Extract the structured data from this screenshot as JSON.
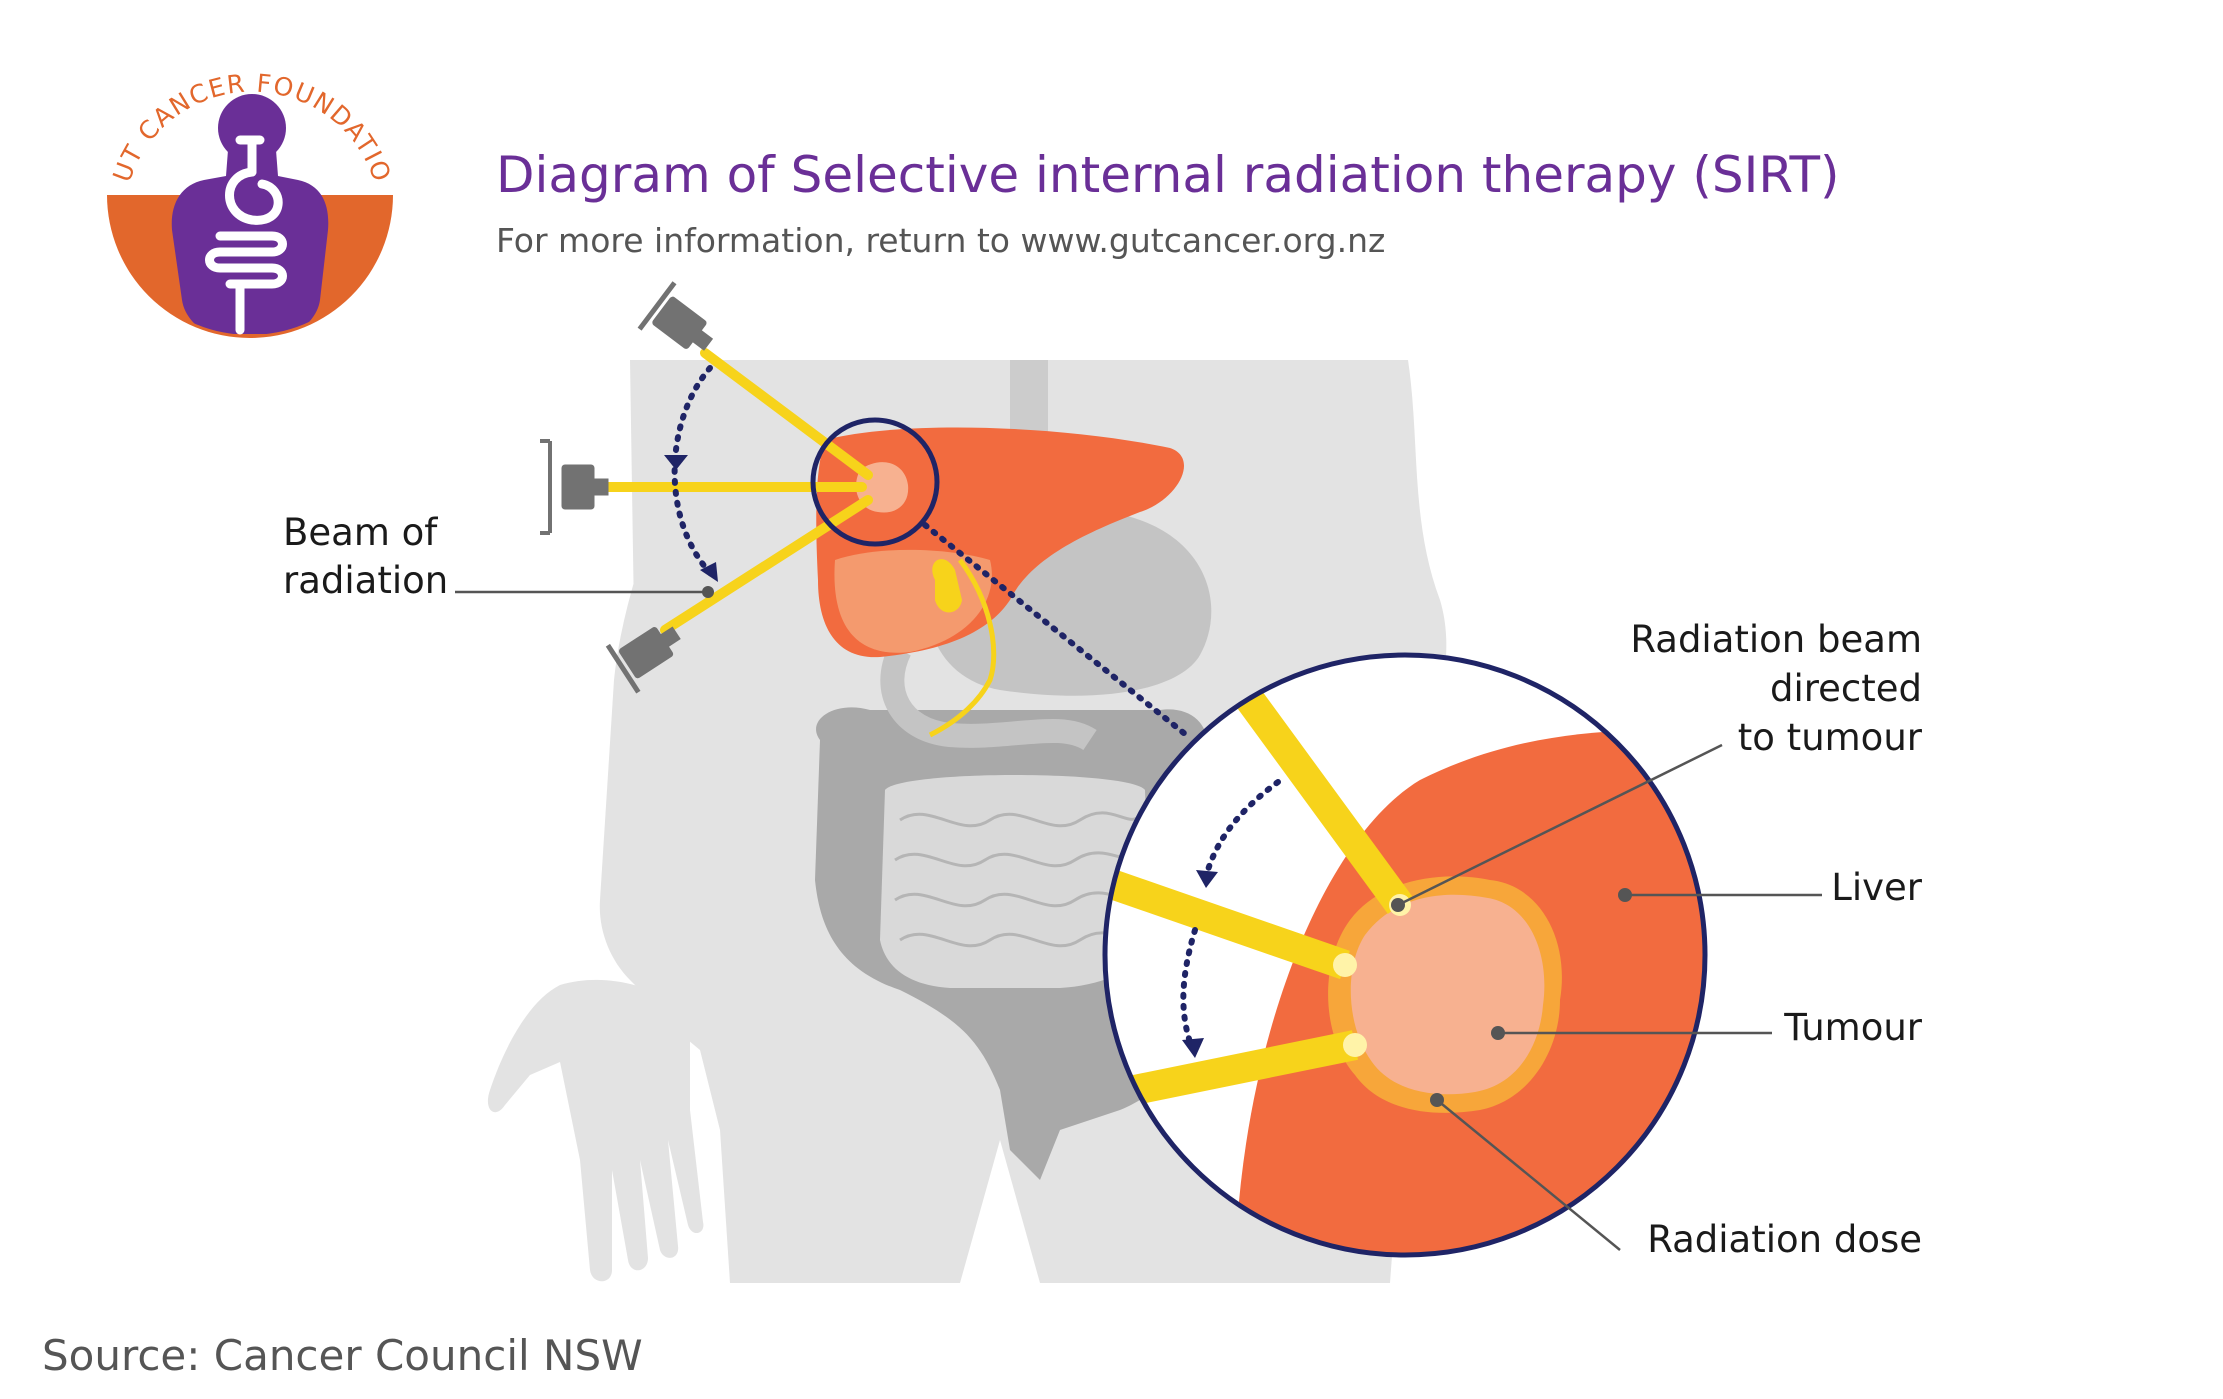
{
  "logo": {
    "name": "Gut Cancer Foundation",
    "ring_text": "GUT CANCER FOUNDATION",
    "orange": "#e2672c",
    "purple": "#6a2f97"
  },
  "header": {
    "title": "Diagram of Selective internal radiation therapy (SIRT)",
    "subtitle": "For more information, return to www.gutcancer.org.nz"
  },
  "labels": {
    "beam_line1": "Beam of",
    "beam_line2": "radiation",
    "directed_line1": "Radiation beam",
    "directed_line2": "directed",
    "directed_line3": "to tumour",
    "liver": "Liver",
    "tumour": "Tumour",
    "radiation_dose": "Radiation dose"
  },
  "footer": {
    "source": "Source: Cancer Council NSW"
  },
  "colors": {
    "title": "#6a2f97",
    "liver": "#f26b3f",
    "liver_light": "#f49a6e",
    "tumour": "#f7b190",
    "beam": "#f7d31b",
    "body": "#e3e3e3",
    "organs": "#b6b6b6",
    "circle_outline": "#1f2466"
  },
  "icons": [
    "radiation-emitter-icon",
    "curved-arrow-icon"
  ]
}
